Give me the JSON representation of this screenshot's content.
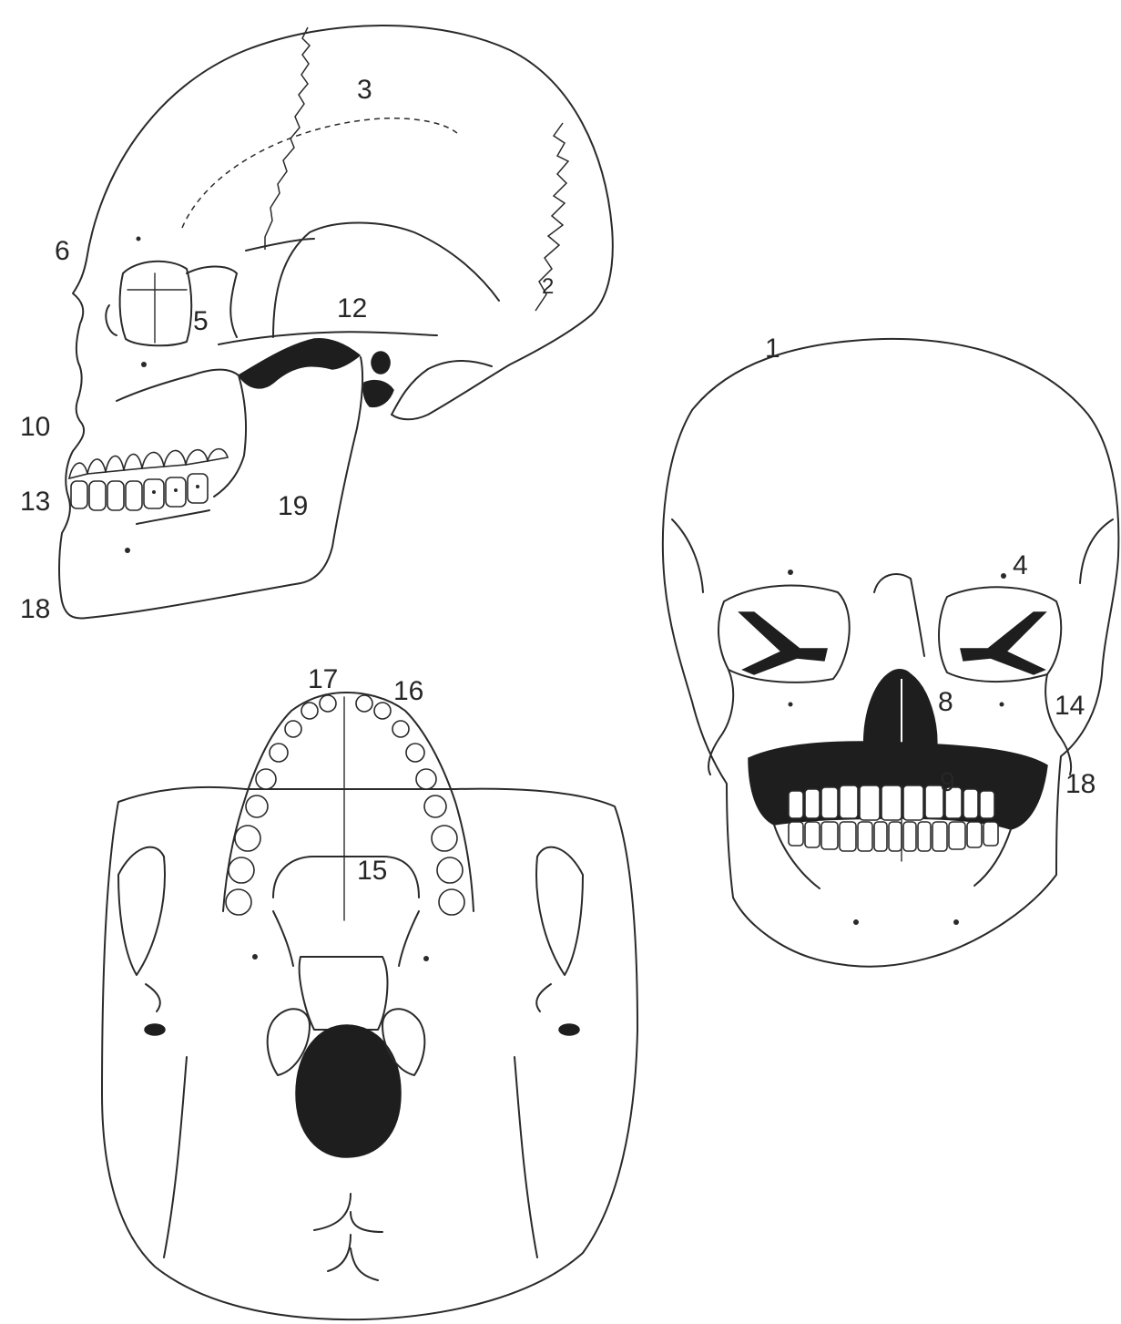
{
  "figure": {
    "views": [
      {
        "view": "lateral",
        "labels": [
          "6",
          "3",
          "2",
          "5",
          "12",
          "10",
          "13",
          "19",
          "18"
        ]
      },
      {
        "view": "frontal",
        "labels": [
          "1",
          "4",
          "8",
          "14",
          "9",
          "18"
        ]
      },
      {
        "view": "inferior",
        "labels": [
          "17",
          "16",
          "15"
        ]
      }
    ]
  },
  "labels": {
    "lateral": {
      "l6": "6",
      "l3": "3",
      "l2": "2",
      "l5": "5",
      "l12": "12",
      "l10": "10",
      "l13": "13",
      "l19": "19",
      "l18": "18"
    },
    "frontal": {
      "l1": "1",
      "l4": "4",
      "l8": "8",
      "l14": "14",
      "l9": "9",
      "l18": "18"
    },
    "inferior": {
      "l17": "17",
      "l16": "16",
      "l15": "15"
    }
  },
  "colors": {
    "ink": "#2a2a2a",
    "fill": "#1e1e1e",
    "paper": "#ffffff"
  }
}
